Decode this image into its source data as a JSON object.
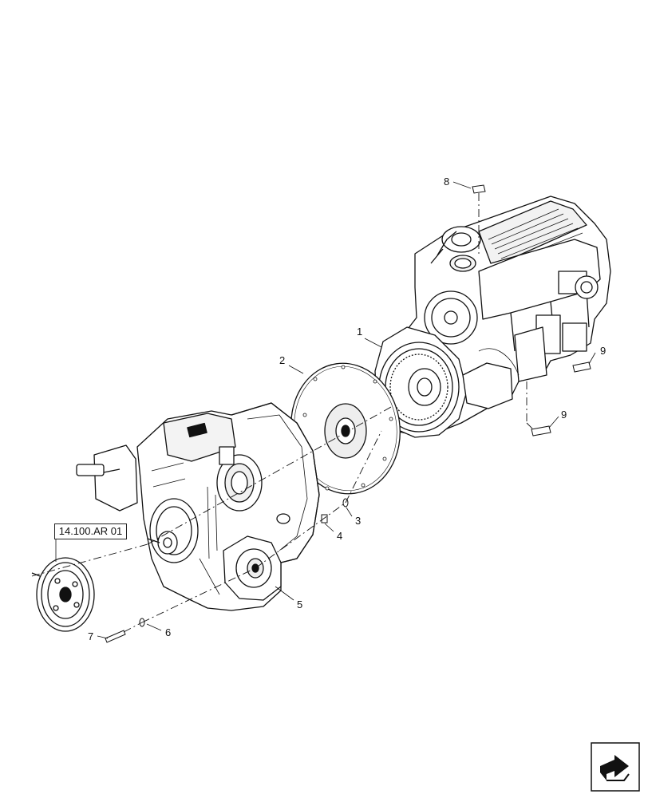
{
  "diagram": {
    "reference_link": "14.100.AR 01",
    "callouts": [
      {
        "id": "1",
        "text": "1"
      },
      {
        "id": "2",
        "text": "2"
      },
      {
        "id": "3",
        "text": "3"
      },
      {
        "id": "4",
        "text": "4"
      },
      {
        "id": "5",
        "text": "5"
      },
      {
        "id": "6",
        "text": "6"
      },
      {
        "id": "7",
        "text": "7"
      },
      {
        "id": "8",
        "text": "8"
      },
      {
        "id": "9a",
        "text": "9"
      },
      {
        "id": "9b",
        "text": "9"
      }
    ]
  },
  "icons": {
    "nav": "return-arrow-icon"
  }
}
